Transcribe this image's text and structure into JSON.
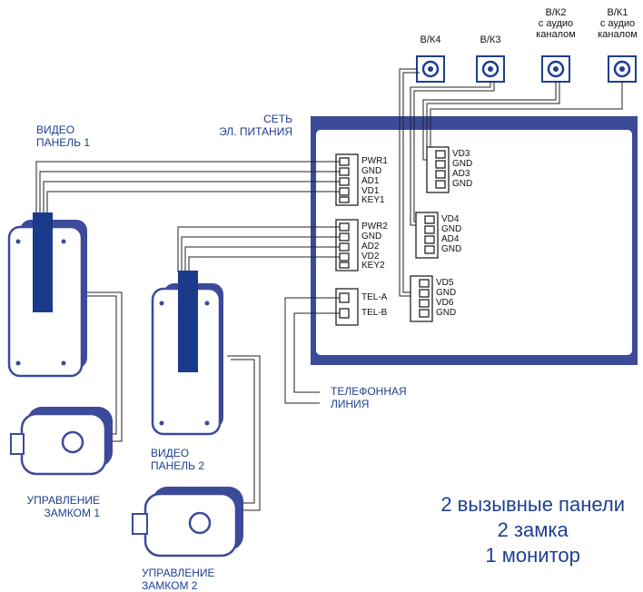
{
  "cameras": [
    {
      "label": "В/К4",
      "sub1": "",
      "sub2": ""
    },
    {
      "label": "В/К3",
      "sub1": "",
      "sub2": ""
    },
    {
      "label": "В/К2",
      "sub1": "с аудио",
      "sub2": "каналом"
    },
    {
      "label": "В/К1",
      "sub1": "с аудио",
      "sub2": "каналом"
    }
  ],
  "power": {
    "line1": "СЕТЬ",
    "line2": "ЭЛ. ПИТАНИЯ"
  },
  "panels": [
    {
      "line1": "ВИДЕО",
      "line2": "ПАНЕЛЬ 1"
    },
    {
      "line1": "ВИДЕО",
      "line2": "ПАНЕЛЬ 2"
    }
  ],
  "locks": [
    {
      "line1": "УПРАВЛЕНИЕ",
      "line2": "ЗАМКОМ 1"
    },
    {
      "line1": "УПРАВЛЕНИЕ",
      "line2": "ЗАМКОМ 2"
    }
  ],
  "phone": {
    "line1": "ТЕЛЕФОННАЯ",
    "line2": "ЛИНИЯ"
  },
  "connectors": {
    "panel1": [
      "PWR1",
      "GND",
      "AD1",
      "VD1",
      "KEY1"
    ],
    "panel2": [
      "PWR2",
      "GND",
      "AD2",
      "VD2",
      "KEY2"
    ],
    "tel": [
      "TEL-A",
      "TEL-B"
    ],
    "cam1": [
      "VD3",
      "GND",
      "AD3",
      "GND"
    ],
    "cam2": [
      "VD4",
      "GND",
      "AD4",
      "GND"
    ],
    "cam3": [
      "VD5",
      "GND",
      "VD6",
      "GND"
    ]
  },
  "summary": {
    "line1": "2 вызывные панели",
    "line2": "2 замка",
    "line3": "1 монитор"
  },
  "colors": {
    "accent": "#1e3f8f",
    "panel_fill": "#7a85c3",
    "panel_dark": "#3c4a9a",
    "bar": "#1a3a8c",
    "wire": "#222222"
  }
}
